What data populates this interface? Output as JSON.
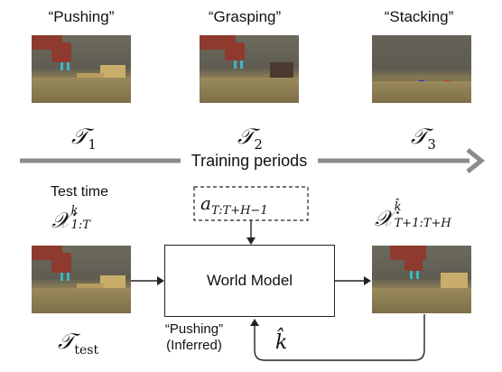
{
  "tasks": [
    {
      "title": "“Pushing”",
      "symbol": "𝒯",
      "index": "1"
    },
    {
      "title": "“Grasping”",
      "symbol": "𝒯",
      "index": "2"
    },
    {
      "title": "“Stacking”",
      "symbol": "𝒯",
      "index": "3"
    }
  ],
  "timeline": {
    "label": "Training periods"
  },
  "test": {
    "heading": "Test time",
    "input_symbol": "𝒳",
    "input_sup": "k",
    "input_sub": "1:T",
    "task_symbol": "𝒯",
    "task_sub": "test"
  },
  "action": {
    "symbol": "a",
    "sub": "T:T+H−1"
  },
  "world_model": {
    "label": "World Model"
  },
  "output": {
    "symbol": "𝒳",
    "sup": "k̂",
    "sub": "T+1:T+H"
  },
  "inferred": {
    "line1": "“Pushing”",
    "line2": "(Inferred)",
    "symbol": "k̂"
  },
  "colors": {
    "line": "#222222",
    "arrow_gray": "#8c8c8c",
    "arm": "#8e3a2e",
    "gripper": "#3fb6c2"
  }
}
